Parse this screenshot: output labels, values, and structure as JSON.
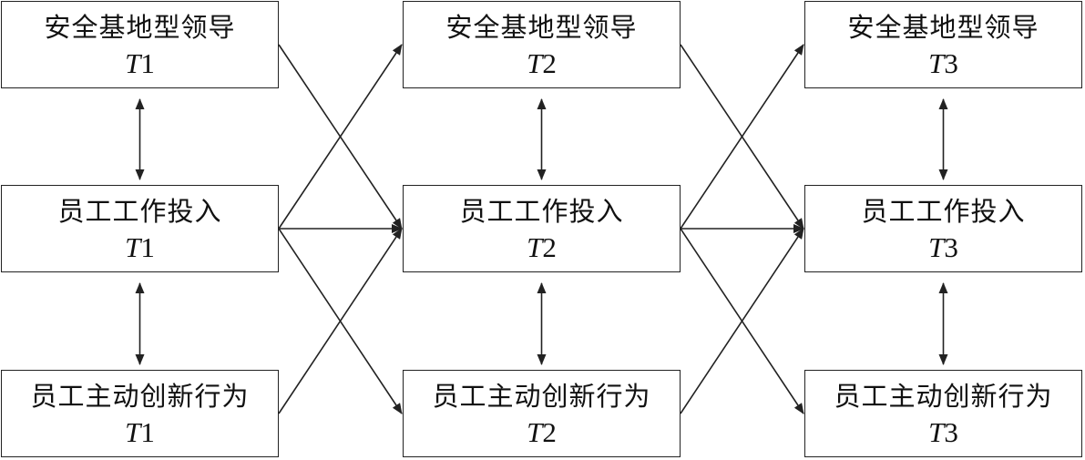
{
  "diagram": {
    "line_color": "#222222",
    "columns": [
      {
        "nodes": [
          {
            "id": "sl-t1",
            "label": "安全基地型领导",
            "time_letter": "T",
            "time_index": "1"
          },
          {
            "id": "ew-t1",
            "label": "员工工作投入",
            "time_letter": "T",
            "time_index": "1"
          },
          {
            "id": "pi-t1",
            "label": "员工主动创新行为",
            "time_letter": "T",
            "time_index": "1"
          }
        ]
      },
      {
        "nodes": [
          {
            "id": "sl-t2",
            "label": "安全基地型领导",
            "time_letter": "T",
            "time_index": "2"
          },
          {
            "id": "ew-t2",
            "label": "员工工作投入",
            "time_letter": "T",
            "time_index": "2"
          },
          {
            "id": "pi-t2",
            "label": "员工主动创新行为",
            "time_letter": "T",
            "time_index": "2"
          }
        ]
      },
      {
        "nodes": [
          {
            "id": "sl-t3",
            "label": "安全基地型领导",
            "time_letter": "T",
            "time_index": "3"
          },
          {
            "id": "ew-t3",
            "label": "员工工作投入",
            "time_letter": "T",
            "time_index": "3"
          },
          {
            "id": "pi-t3",
            "label": "员工主动创新行为",
            "time_letter": "T",
            "time_index": "3"
          }
        ]
      }
    ],
    "within_time_links": [
      {
        "from": "sl-t1",
        "to": "ew-t1",
        "type": "bidirectional"
      },
      {
        "from": "ew-t1",
        "to": "pi-t1",
        "type": "bidirectional"
      },
      {
        "from": "sl-t2",
        "to": "ew-t2",
        "type": "bidirectional"
      },
      {
        "from": "ew-t2",
        "to": "pi-t2",
        "type": "bidirectional"
      },
      {
        "from": "sl-t3",
        "to": "ew-t3",
        "type": "bidirectional"
      },
      {
        "from": "ew-t3",
        "to": "pi-t3",
        "type": "bidirectional"
      }
    ],
    "cross_lagged_links": [
      {
        "from": "sl-t1",
        "to": "ew-t2"
      },
      {
        "from": "ew-t1",
        "to": "sl-t2"
      },
      {
        "from": "ew-t1",
        "to": "ew-t2"
      },
      {
        "from": "ew-t1",
        "to": "pi-t2"
      },
      {
        "from": "pi-t1",
        "to": "ew-t2"
      },
      {
        "from": "sl-t2",
        "to": "ew-t3"
      },
      {
        "from": "ew-t2",
        "to": "sl-t3"
      },
      {
        "from": "ew-t2",
        "to": "ew-t3"
      },
      {
        "from": "ew-t2",
        "to": "pi-t3"
      },
      {
        "from": "pi-t2",
        "to": "ew-t3"
      }
    ]
  }
}
